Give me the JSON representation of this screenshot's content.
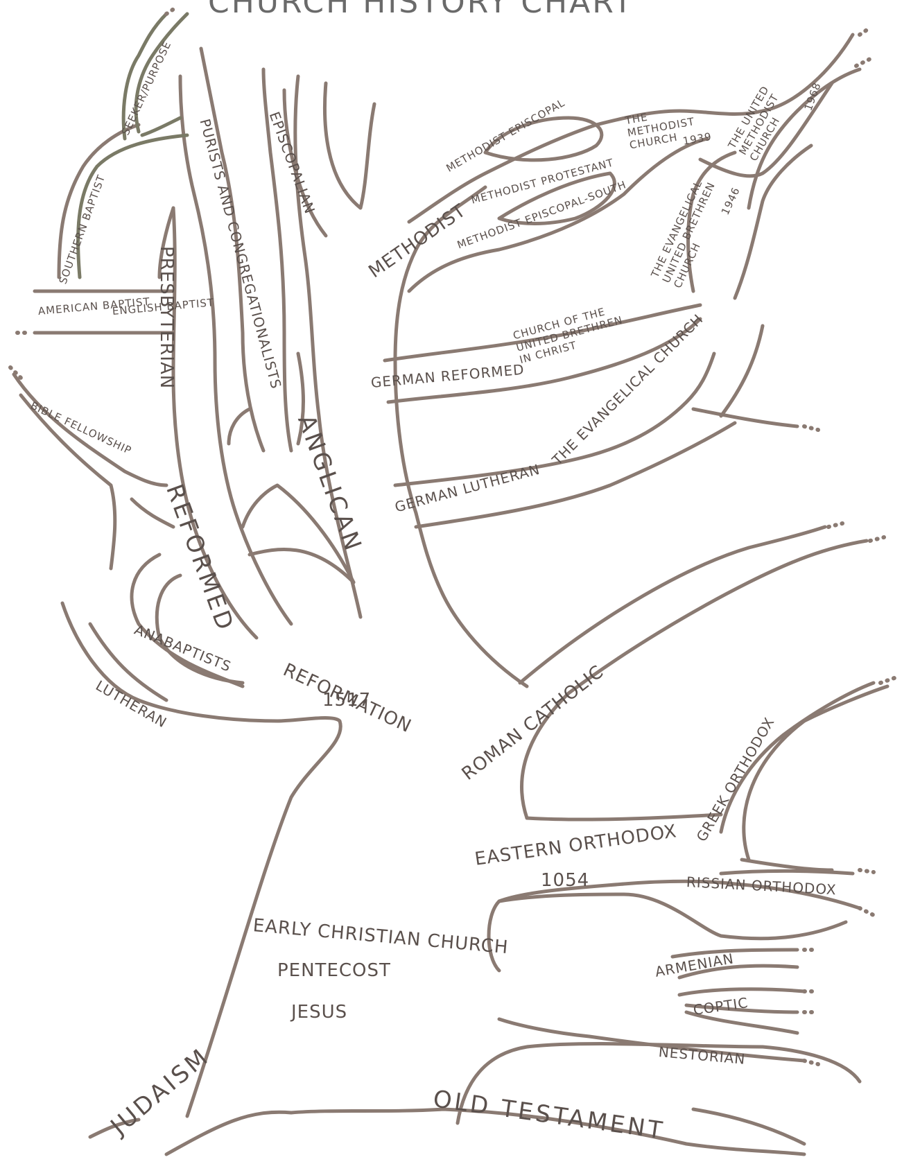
{
  "title": "CHURCH HISTORY CHART",
  "roots": {
    "judaism": "JUDAISM",
    "old_testament": "OLD TESTAMENT"
  },
  "trunk": {
    "jesus": "JESUS",
    "pentecost": "PENTECOST",
    "early_church": "EARLY CHRISTIAN CHURCH",
    "reformation": "REFORMATION",
    "reformation_year": "1517",
    "eastern_orthodox": "EASTERN ORTHODOX",
    "eastern_orthodox_year": "1054"
  },
  "eastern_branches": {
    "greek_orthodox": "GREEK ORTHODOX",
    "russian_orthodox": "RISSIAN ORTHODOX",
    "armenian": "ARMENIAN",
    "coptic": "COPTIC",
    "nestorian": "NESTORIAN"
  },
  "western_branches": {
    "roman_catholic": "ROMAN CATHOLIC",
    "anglican": "ANGLICAN",
    "lutheran": "LUTHERAN",
    "anabaptists": "ANABAPTISTS",
    "reformed": "REFORMED",
    "presbyterian": "PRESBYTERIAN",
    "puritans": "PURISTS AND CONGREGATIONALISTS",
    "episcopalian": "EPISCOPALIAN",
    "bible_fellowship": "BIBLE FELLOWSHIP",
    "american_baptist": "AMERICAN BAPTIST",
    "english_baptist": "ENGLISH BAPTIST",
    "southern_baptist": "SOUTHERN BAPTIST",
    "seeker_purpose": "SEEKER/PURPOSE"
  },
  "methodist_group": {
    "methodist": "METHODIST",
    "methodist_episcopal": "METHODIST EPISCOPAL",
    "methodist_protestant": "METHODIST PROTESTANT",
    "methodist_episcopal_south": "METHODIST EPISCOPAL-SOUTH",
    "methodist_church": "THE METHODIST CHURCH",
    "methodist_church_year": "1939",
    "united_methodist": "THE UNITED METHODIST CHURCH",
    "united_methodist_year": "1968",
    "eub": "THE EVANGELICAL UNITED BRETHREN CHURCH",
    "eub_year": "1946",
    "german_reformed": "GERMAN REFORMED",
    "united_brethren": "CHURCH OF THE UNITED BRETHREN IN CHRIST",
    "german_lutheran": "GERMAN LUTHERAN",
    "evangelical_church": "THE EVANGELICAL CHURCH"
  }
}
